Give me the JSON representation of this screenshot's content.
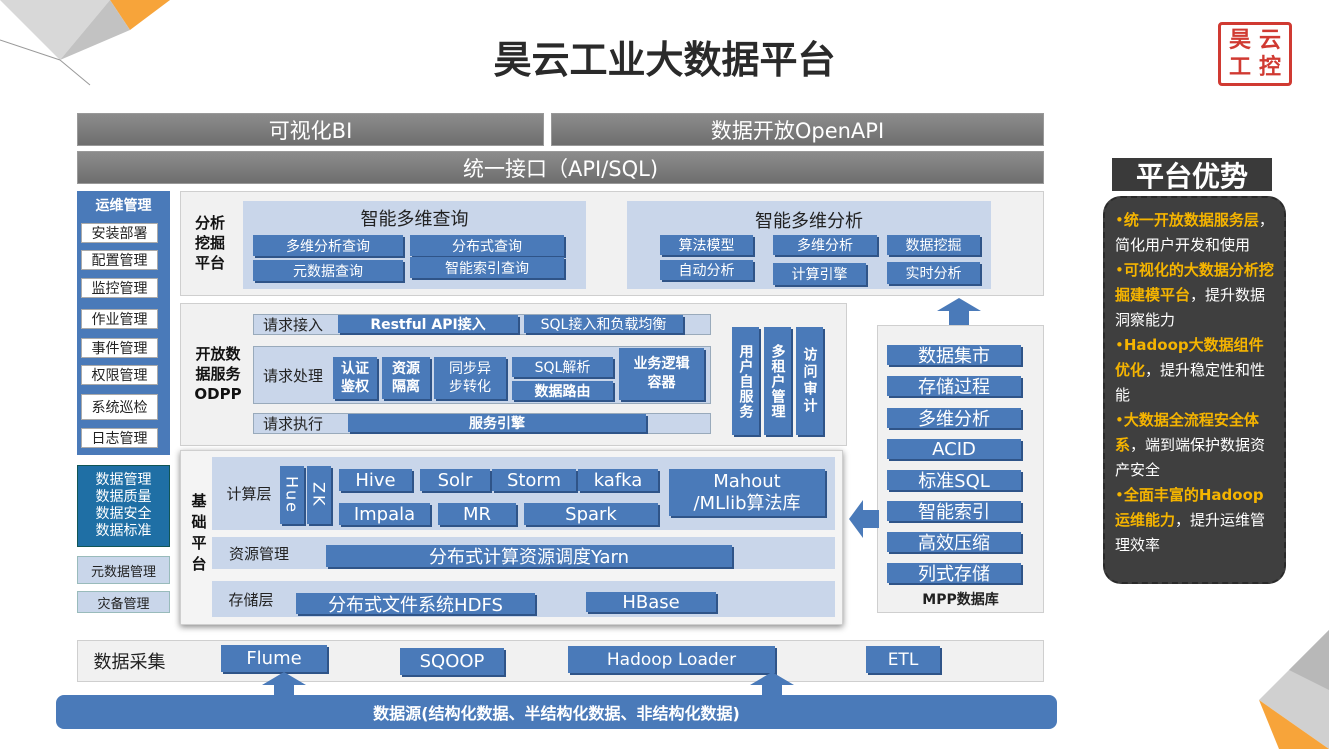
{
  "title": "昊云工业大数据平台",
  "logo": {
    "chars": [
      "昊",
      "云",
      "工",
      "控"
    ]
  },
  "top": {
    "bi": "可视化BI",
    "openapi": "数据开放OpenAPI",
    "interface": "统一接口（API/SQL)"
  },
  "sidebar": {
    "header": "运维管理",
    "items": [
      "安装部署",
      "配置管理",
      "监控管理",
      "作业管理",
      "事件管理",
      "权限管理",
      "系统巡检",
      "日志管理"
    ],
    "data_block": [
      "数据管理",
      "数据质量",
      "数据安全",
      "数据标准"
    ],
    "meta": "元数据管理",
    "backup": "灾备管理"
  },
  "analysis": {
    "label": "分析\n挖掘\n平台",
    "query": {
      "title": "智能多维查询",
      "items": [
        "多维分析查询",
        "分布式查询",
        "元数据查询",
        "智能索引查询"
      ]
    },
    "multi": {
      "title": "智能多维分析",
      "items": [
        "算法模型",
        "多维分析",
        "数据挖掘",
        "自动分析",
        "计算引擎",
        "实时分析"
      ]
    }
  },
  "odpp": {
    "label": "开放数\n据服务\nODPP",
    "access": {
      "label": "请求接入",
      "items": [
        "Restful API接入",
        "SQL接入和负载均衡"
      ]
    },
    "process": {
      "label": "请求处理",
      "items": [
        "认证\n鉴权",
        "资源\n隔离",
        "同步异\n步转化",
        "SQL解析",
        "数据路由",
        "业务逻辑\n容器"
      ]
    },
    "exec": {
      "label": "请求执行",
      "engine": "服务引擎"
    },
    "right": [
      "用户自服务",
      "多租户管理",
      "访问审计"
    ]
  },
  "base": {
    "label": "基础平台",
    "compute": {
      "label": "计算层",
      "vert": [
        "Hue",
        "ZK"
      ],
      "items": [
        "Hive",
        "Solr",
        "Storm",
        "kafka",
        "Impala",
        "MR",
        "Spark"
      ],
      "ml": "Mahout\n/MLlib算法库"
    },
    "resource": {
      "label": "资源管理",
      "yarn": "分布式计算资源调度Yarn"
    },
    "storage": {
      "label": "存储层",
      "hdfs": "分布式文件系统HDFS",
      "hbase": "HBase"
    }
  },
  "mpp": {
    "items": [
      "数据集市",
      "存储过程",
      "多维分析",
      "ACID",
      "标准SQL",
      "智能索引",
      "高效压缩",
      "列式存储"
    ],
    "label": "MPP数据库"
  },
  "collect": {
    "label": "数据采集",
    "items": [
      "Flume",
      "SQOOP",
      "Hadoop Loader",
      "ETL"
    ]
  },
  "source": "数据源(结构化数据、半结构化数据、非结构化数据)",
  "advantages": {
    "title": "平台优势",
    "items": [
      {
        "hl": "统一开放数据服务层",
        "rest": "，简化用户开发和使用"
      },
      {
        "hl": "可视化的大数据分析挖掘建模平台",
        "rest": "，提升数据洞察能力"
      },
      {
        "hl": "Hadoop大数据组件优化",
        "rest": "，提升稳定性和性能"
      },
      {
        "hl": "大数据全流程安全体系",
        "rest": "，端到端保护数据资产安全"
      },
      {
        "hl": "全面丰富的Hadoop运维能力",
        "rest": "，提升运维管理效率"
      }
    ]
  }
}
